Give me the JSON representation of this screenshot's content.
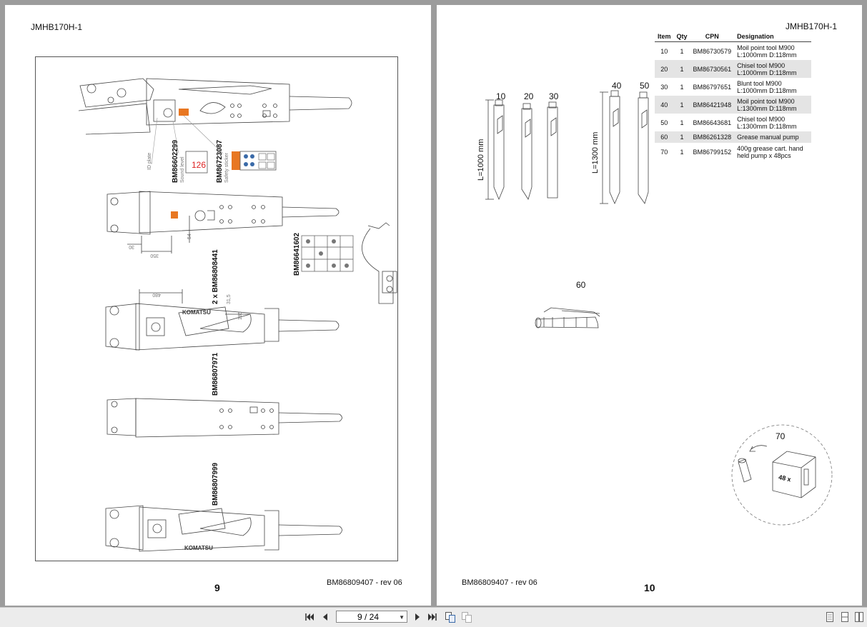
{
  "left_page": {
    "header": "JMHB170H-1",
    "page_number": "9",
    "doc_ref": "BM86809407 - rev 06",
    "callouts": [
      {
        "code": "BM86602299",
        "sub": "Sound level"
      },
      {
        "code": "BM86723087",
        "sub": "Safety sticker"
      },
      {
        "code": "BM86641602",
        "sub": ""
      },
      {
        "code": "2 x BM86808441",
        "sub": ""
      },
      {
        "code": "BM86807971",
        "sub": ""
      },
      {
        "code": "BM86807999",
        "sub": ""
      }
    ],
    "id_plate_label": "ID plate",
    "sound_value": "126",
    "brand": "KOMATSU",
    "dims": {
      "d30": "30",
      "d350": "350",
      "d54": "54",
      "d480": "480",
      "d31": "31,5",
      "d185": "185"
    }
  },
  "right_page": {
    "header": "JMHB170H-1",
    "page_number": "10",
    "doc_ref": "BM86809407 - rev 06",
    "table": {
      "headers": [
        "Item",
        "Qty",
        "CPN",
        "Designation"
      ],
      "rows": [
        {
          "item": "10",
          "qty": "1",
          "cpn": "BM86730579",
          "designation": "Moil point tool M900 L:1000mm D:118mm"
        },
        {
          "item": "20",
          "qty": "1",
          "cpn": "BM86730561",
          "designation": "Chisel tool M900 L:1000mm D:118mm"
        },
        {
          "item": "30",
          "qty": "1",
          "cpn": "BM86797651",
          "designation": "Blunt tool M900 L:1000mm D:118mm"
        },
        {
          "item": "40",
          "qty": "1",
          "cpn": "BM86421948",
          "designation": "Moil point tool M900 L:1300mm D:118mm"
        },
        {
          "item": "50",
          "qty": "1",
          "cpn": "BM86643681",
          "designation": "Chisel tool M900 L:1300mm D:118mm"
        },
        {
          "item": "60",
          "qty": "1",
          "cpn": "BM86261328",
          "designation": "Grease manual pump"
        },
        {
          "item": "70",
          "qty": "1",
          "cpn": "BM86799152",
          "designation": "400g grease cart. hand held pump x 48pcs"
        }
      ]
    },
    "tool_labels": [
      "10",
      "20",
      "30",
      "40",
      "50"
    ],
    "dim_1000": "L=1000 mm",
    "dim_1300": "L=1300 mm",
    "pump_label": "60",
    "cart_label": "70",
    "box_label": "48 x"
  },
  "toolbar": {
    "page_indicator": "9 / 24"
  }
}
